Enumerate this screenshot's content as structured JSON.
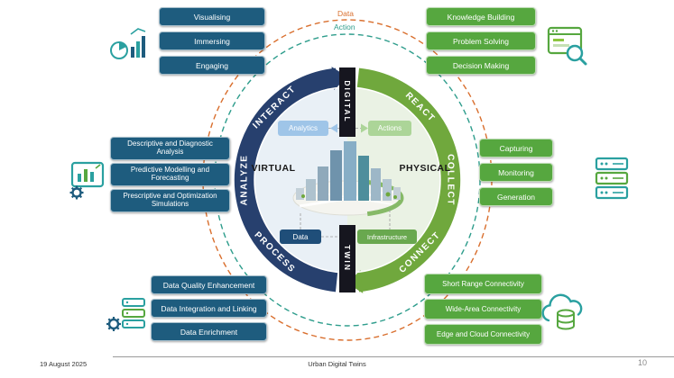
{
  "slide": {
    "footer": {
      "date": "19 August 2025",
      "title": "Urban Digital Twins",
      "page_number": "10"
    }
  },
  "legend": {
    "data": "Data",
    "action": "Action"
  },
  "colors": {
    "navy_box": "#1E5C7E",
    "green_box": "#56A73F",
    "ring_navy": "#27406E",
    "ring_green": "#70A83D",
    "virtual_fill": "#E9F0F6",
    "physical_fill": "#EAF2E4",
    "dashed_orange": "#D96F2E",
    "dashed_teal": "#2E9D8C",
    "analytics_chip": "#9FC5E8",
    "actions_chip": "#ACD598",
    "data_chip": "#1F4E79",
    "infrastructure_chip": "#69A84F"
  },
  "ring": {
    "interact": "INTERACT",
    "react": "REACT",
    "collect": "COLLECT",
    "connect": "CONNECT",
    "process": "PROCESS",
    "analyze": "ANALYZE",
    "digital": "DIGITAL",
    "twin": "TWIN"
  },
  "center": {
    "virtual": "VIRTUAL",
    "physical": "PHYSICAL",
    "analytics": "Analytics",
    "actions": "Actions",
    "data": "Data",
    "infrastructure": "Infrastructure"
  },
  "groups": {
    "interact": {
      "items": [
        "Visualising",
        "Immersing",
        "Engaging"
      ]
    },
    "react": {
      "items": [
        "Knowledge Building",
        "Problem Solving",
        "Decision Making"
      ]
    },
    "analyze": {
      "items": [
        "Descriptive and Diagnostic Analysis",
        "Predictive Modelling and Forecasting",
        "Prescriptive and Optimization Simulations"
      ]
    },
    "collect": {
      "items": [
        "Capturing",
        "Monitoring",
        "Generation"
      ]
    },
    "process": {
      "items": [
        "Data Quality Enhancement",
        "Data Integration and Linking",
        "Data Enrichment"
      ]
    },
    "connect": {
      "items": [
        "Short Range Connectivity",
        "Wide-Area Connectivity",
        "Edge and Cloud Connectivity"
      ]
    }
  }
}
